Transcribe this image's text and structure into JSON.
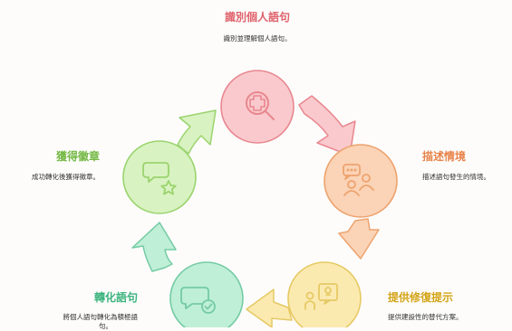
{
  "steps": [
    {
      "id": "identify",
      "title": "識別個人語句",
      "desc": "識別並理解個人語句。",
      "icon": "medical-search-icon",
      "fill": "#f9c9cd",
      "stroke": "#e8878f",
      "title_color": "#e0616b"
    },
    {
      "id": "describe",
      "title": "描述情境",
      "desc": "描述語句發生的情境。",
      "icon": "people-chat-icon",
      "fill": "#fbd3b6",
      "stroke": "#eda36f",
      "title_color": "#e8834a"
    },
    {
      "id": "suggest",
      "title": "提供修復提示",
      "desc": "提供建設性的替代方案。",
      "icon": "idea-person-icon",
      "fill": "#fbeab0",
      "stroke": "#e6c964",
      "title_color": "#d4a418"
    },
    {
      "id": "convert",
      "title": "轉化語句",
      "desc": "將個人語句轉化為積極語",
      "desc2": "句。",
      "icon": "chat-check-icon",
      "fill": "#bfefd7",
      "stroke": "#74cba3",
      "title_color": "#3db47e"
    },
    {
      "id": "badge",
      "title": "獲得徽章",
      "desc": "成功轉化後獲得徽章。",
      "icon": "chat-star-icon",
      "fill": "#d9f2c1",
      "stroke": "#9ad46e",
      "title_color": "#73b843"
    }
  ]
}
